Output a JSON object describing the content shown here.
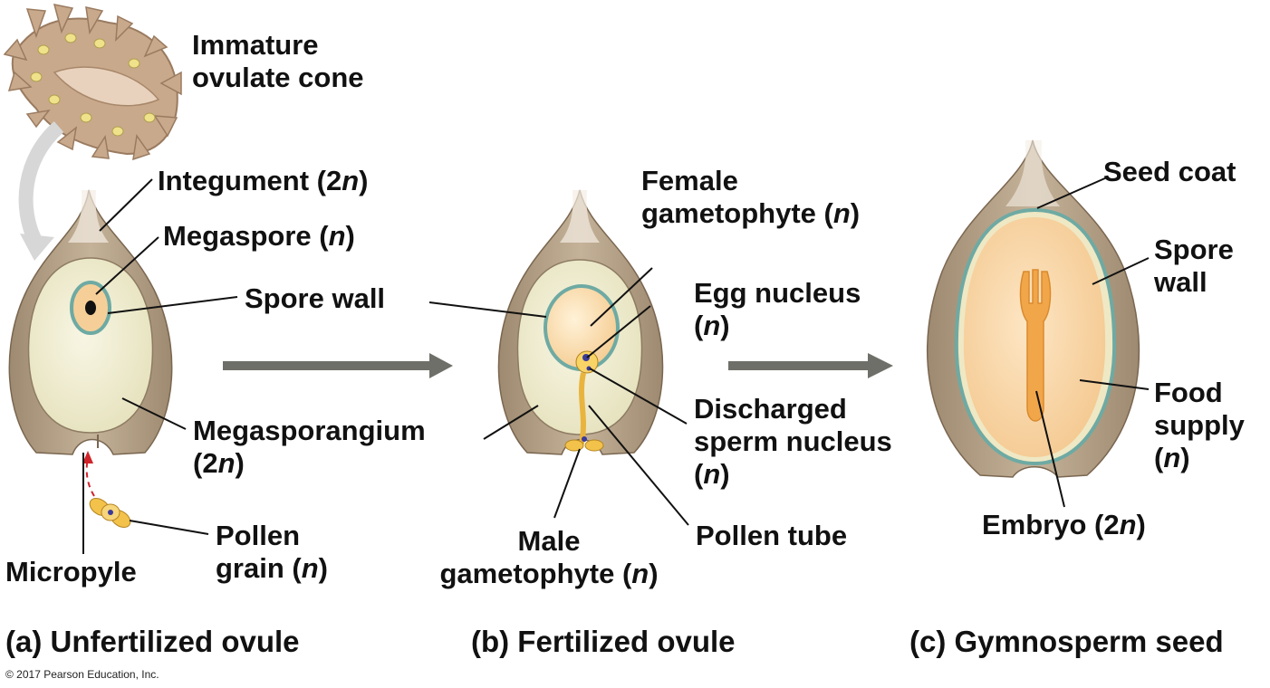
{
  "labels": {
    "immature_cone": "Immature",
    "immature_cone_2": "ovulate cone",
    "integument": "Integument (2",
    "integument_n": "n",
    "integument_end": ")",
    "megaspore": "Megaspore (",
    "megaspore_n": "n",
    "megaspore_end": ")",
    "spore_wall_a": "Spore wall",
    "megasporangium": "Megasporangium",
    "megasporangium_2": "(2",
    "megasporangium_n": "n",
    "megasporangium_end": ")",
    "micropyle": "Micropyle",
    "pollen_grain": "Pollen",
    "pollen_grain_2": "grain (",
    "pollen_grain_n": "n",
    "pollen_grain_end": ")",
    "female_gametophyte": "Female",
    "female_gametophyte_2": "gametophyte (",
    "female_gametophyte_n": "n",
    "female_gametophyte_end": ")",
    "egg_nucleus": "Egg nucleus",
    "egg_nucleus_2": "(",
    "egg_nucleus_n": "n",
    "egg_nucleus_end": ")",
    "discharged": "Discharged",
    "discharged_2": "sperm nucleus",
    "discharged_3": "(",
    "discharged_n": "n",
    "discharged_end": ")",
    "pollen_tube": "Pollen tube",
    "male_gametophyte": "Male",
    "male_gametophyte_2": "gametophyte (",
    "male_gametophyte_n": "n",
    "male_gametophyte_end": ")",
    "seed_coat": "Seed coat",
    "spore_wall_c": "Spore",
    "spore_wall_c_2": "wall",
    "food_supply": "Food",
    "food_supply_2": "supply",
    "food_supply_3": "(",
    "food_supply_n": "n",
    "food_supply_end": ")",
    "embryo": "Embryo (2",
    "embryo_n": "n",
    "embryo_end": ")"
  },
  "captions": {
    "a": "(a) Unfertilized ovule",
    "b": "(b) Fertilized ovule",
    "c": "(c) Gymnosperm seed"
  },
  "copyright": "© 2017 Pearson Education, Inc.",
  "colors": {
    "integument": "#b8a48a",
    "integument_dark": "#8a7560",
    "megasporangium": "#e9e6c6",
    "spore_wall": "#7fb3ad",
    "gametophyte": "#f7d8a8",
    "embryo": "#f2a64a",
    "pollen": "#f2c24a",
    "arrow": "#6f6f69",
    "dashed_arrow": "#d0242b"
  }
}
